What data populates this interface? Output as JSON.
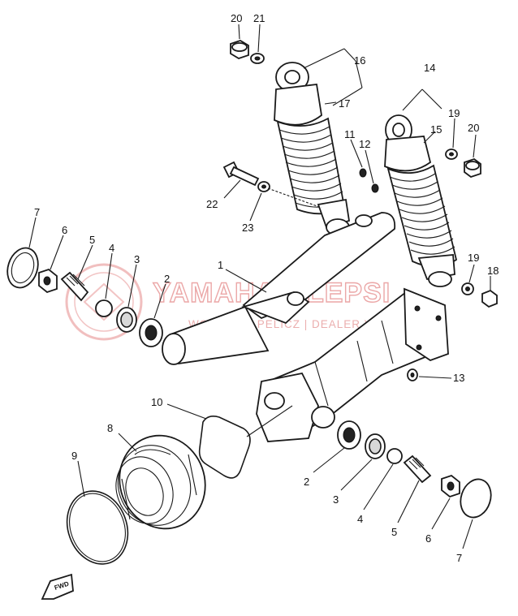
{
  "watermark": {
    "brand": "YAMAHA-KLEPSI",
    "tagline": "WOJCIECH PELICZ | DEALER YAMAHA",
    "color": "#e58a8a"
  },
  "fwd_badge": "FWD",
  "callouts": [
    {
      "id": "20a",
      "label": "20"
    },
    {
      "id": "21",
      "label": "21"
    },
    {
      "id": "16",
      "label": "16"
    },
    {
      "id": "17",
      "label": "17"
    },
    {
      "id": "14",
      "label": "14"
    },
    {
      "id": "15",
      "label": "15"
    },
    {
      "id": "19a",
      "label": "19"
    },
    {
      "id": "20b",
      "label": "20"
    },
    {
      "id": "11",
      "label": "11"
    },
    {
      "id": "12",
      "label": "12"
    },
    {
      "id": "22",
      "label": "22"
    },
    {
      "id": "23",
      "label": "23"
    },
    {
      "id": "7a",
      "label": "7"
    },
    {
      "id": "6a",
      "label": "6"
    },
    {
      "id": "5a",
      "label": "5"
    },
    {
      "id": "4a",
      "label": "4"
    },
    {
      "id": "3a",
      "label": "3"
    },
    {
      "id": "2a",
      "label": "2"
    },
    {
      "id": "1",
      "label": "1"
    },
    {
      "id": "19b",
      "label": "19"
    },
    {
      "id": "18",
      "label": "18"
    },
    {
      "id": "13",
      "label": "13"
    },
    {
      "id": "10",
      "label": "10"
    },
    {
      "id": "8",
      "label": "8"
    },
    {
      "id": "9",
      "label": "9"
    },
    {
      "id": "2b",
      "label": "2"
    },
    {
      "id": "3b",
      "label": "3"
    },
    {
      "id": "4b",
      "label": "4"
    },
    {
      "id": "5b",
      "label": "5"
    },
    {
      "id": "6b",
      "label": "6"
    },
    {
      "id": "7b",
      "label": "7"
    }
  ]
}
